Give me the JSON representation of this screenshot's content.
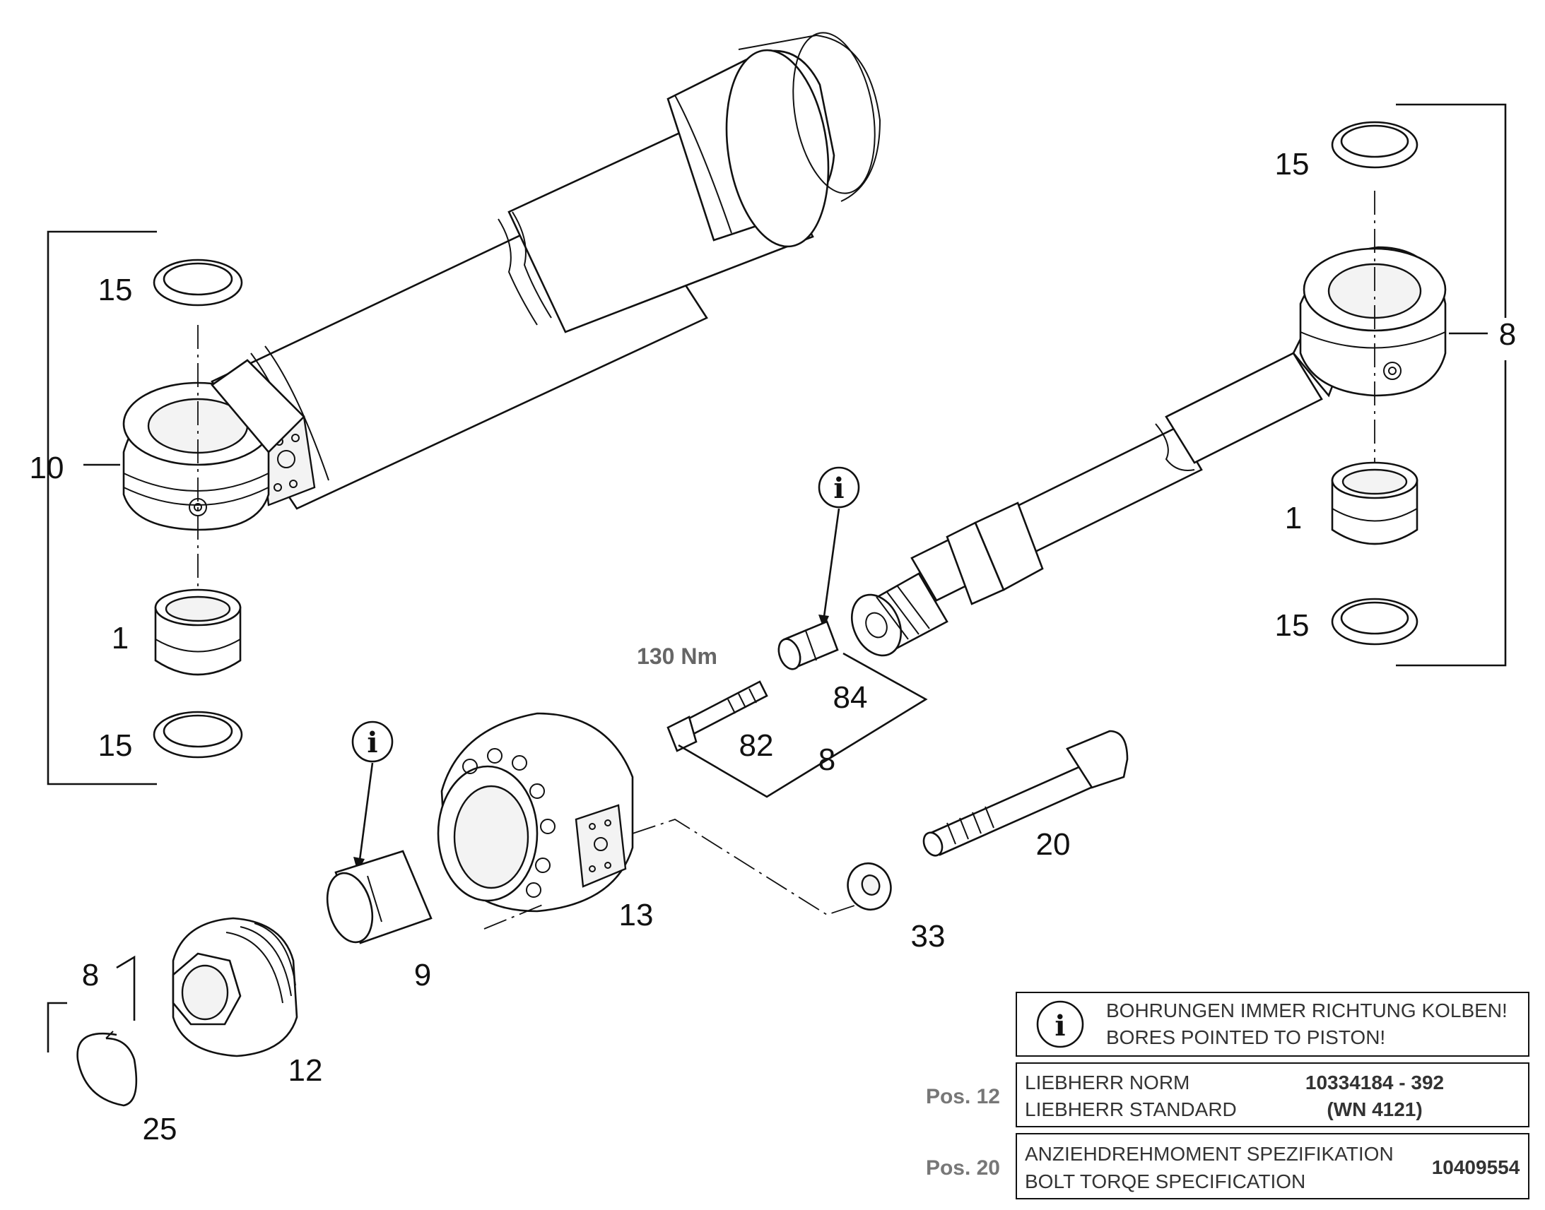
{
  "callouts": {
    "left_bracket": "10",
    "left_top_ring": "15",
    "left_bushing": "1",
    "left_bottom_ring": "15",
    "right_bracket": "8",
    "right_top_ring": "15",
    "right_bushing": "1",
    "right_bottom_ring": "15",
    "bolt_82": "82",
    "nut_84": "84",
    "kit_8_center": "8",
    "bolt_20": "20",
    "washer_33": "33",
    "head_13": "13",
    "bushing_9": "9",
    "piston_12": "12",
    "circlip_25": "25",
    "kit_8_left": "8"
  },
  "torque_label": "130 Nm",
  "info_symbol": "i",
  "notes": {
    "info_box": {
      "line1": "BOHRUNGEN IMMER RICHTUNG KOLBEN!",
      "line2": "BORES POINTED TO PISTON!"
    },
    "pos12": {
      "label": "Pos. 12",
      "line1": "LIEBHERR NORM",
      "line2": "LIEBHERR STANDARD",
      "value1": "10334184 - 392",
      "value2": "(WN 4121)"
    },
    "pos20": {
      "label": "Pos. 20",
      "line1": "ANZIEHDREHMOMENT SPEZIFIKATION",
      "line2": "BOLT TORQE SPECIFICATION",
      "value": "10409554"
    }
  }
}
